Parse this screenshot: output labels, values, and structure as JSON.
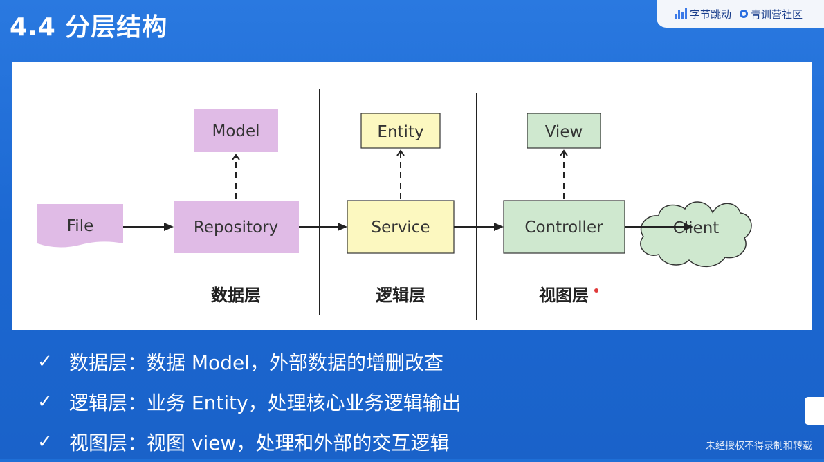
{
  "slide": {
    "title": "4.4 分层结构",
    "logos": [
      "字节跳动",
      "青训营社区"
    ]
  },
  "diagram": {
    "nodes": {
      "file": "File",
      "repository": "Repository",
      "model": "Model",
      "service": "Service",
      "entity": "Entity",
      "controller": "Controller",
      "view": "View",
      "client": "Client"
    },
    "layers": [
      "数据层",
      "逻辑层",
      "视图层"
    ],
    "colors": {
      "data_layer": "#e0bbe6",
      "logic_layer": "#fcf8c0",
      "view_layer": "#cfe8cf"
    }
  },
  "bullets": [
    "数据层：数据 Model，外部数据的增删改查",
    "逻辑层：业务 Entity，处理核心业务逻辑输出",
    "视图层：视图 view，处理和外部的交互逻辑"
  ],
  "footer": {
    "note": "未经授权不得录制和转载"
  }
}
